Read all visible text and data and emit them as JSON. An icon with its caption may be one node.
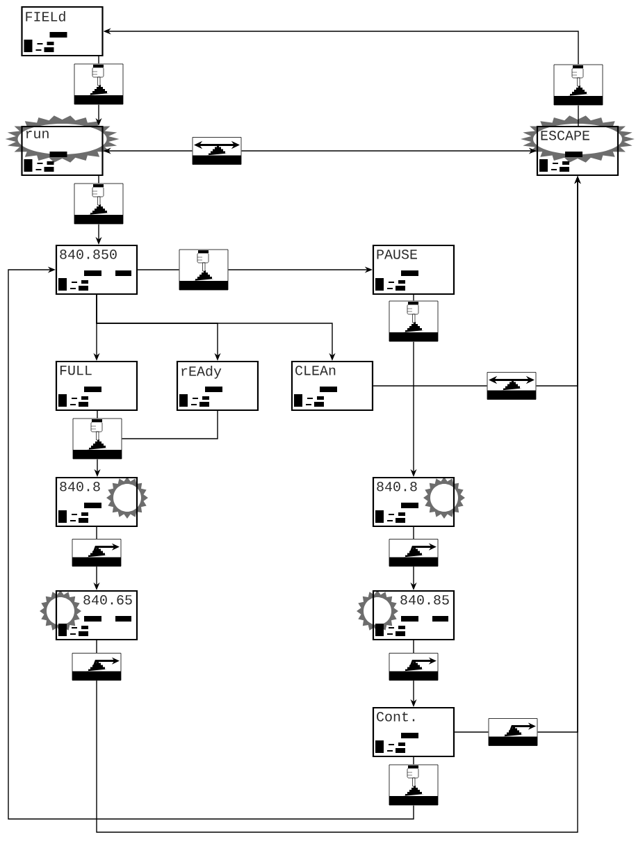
{
  "diagram": {
    "nodes": [
      {
        "text": [
          "FIELd"
        ]
      },
      {
        "text": [],
        "shape": "button"
      },
      {
        "text": [
          "run"
        ]
      },
      {
        "text": [],
        "shape": "button"
      },
      {
        "text": [
          "ESCAPE"
        ]
      },
      {
        "text": [],
        "shape": "button"
      },
      {
        "text": [],
        "shape": "button"
      },
      {
        "text": [
          "840.850"
        ]
      },
      {
        "text": [],
        "shape": "button"
      },
      {
        "text": [
          "PAUSE"
        ]
      },
      {
        "text": [],
        "shape": "button"
      },
      {
        "text": [
          "FULL"
        ]
      },
      {
        "text": [
          "rEAdy"
        ]
      },
      {
        "text": [
          "CLEAn"
        ]
      },
      {
        "text": [],
        "shape": "button"
      },
      {
        "text": [],
        "shape": "button"
      },
      {
        "text": [
          "840.8"
        ]
      },
      {
        "text": [],
        "shape": "button"
      },
      {
        "text": [
          "840.65"
        ]
      },
      {
        "text": [],
        "shape": "button"
      },
      {
        "text": [
          "840.8"
        ]
      },
      {
        "text": [],
        "shape": "button"
      },
      {
        "text": [
          "840.85"
        ]
      },
      {
        "text": [],
        "shape": "button"
      },
      {
        "text": [
          "Cont."
        ]
      },
      {
        "text": [],
        "shape": "button"
      },
      {
        "text": [],
        "shape": "button"
      }
    ],
    "edges": [
      {
        "from": 0,
        "to": 1,
        "arrow": "none"
      },
      {
        "from": 1,
        "to": 2,
        "arrow": "to"
      },
      {
        "from": 4,
        "to": 5,
        "arrow": "none"
      },
      {
        "from": 5,
        "to": 0,
        "arrow": "to"
      },
      {
        "from": 3,
        "to": 2,
        "arrow": "to"
      },
      {
        "from": 3,
        "to": 4,
        "arrow": "to"
      },
      {
        "from": 2,
        "to": 6,
        "arrow": "none"
      },
      {
        "from": 6,
        "to": 7,
        "arrow": "to"
      },
      {
        "from": 7,
        "to": 8,
        "arrow": "none"
      },
      {
        "from": 8,
        "to": 9,
        "arrow": "to"
      },
      {
        "from": 7,
        "to": 11,
        "arrow": "to"
      },
      {
        "from": 7,
        "to": 12,
        "arrow": "to"
      },
      {
        "from": 7,
        "to": 13,
        "arrow": "to"
      },
      {
        "from": 9,
        "to": 10,
        "arrow": "none"
      },
      {
        "from": 10,
        "to": 20,
        "arrow": "to"
      },
      {
        "from": 13,
        "to": 14,
        "arrow": "none"
      },
      {
        "from": 14,
        "to": 4,
        "arrow": "to"
      },
      {
        "from": 11,
        "to": 15,
        "arrow": "none"
      },
      {
        "from": 12,
        "to": 15,
        "arrow": "none"
      },
      {
        "from": 15,
        "to": 16,
        "arrow": "to"
      },
      {
        "from": 16,
        "to": 17,
        "arrow": "none"
      },
      {
        "from": 17,
        "to": 18,
        "arrow": "to"
      },
      {
        "from": 18,
        "to": 19,
        "arrow": "none"
      },
      {
        "from": 19,
        "to": 4,
        "arrow": "to"
      },
      {
        "from": 20,
        "to": 21,
        "arrow": "none"
      },
      {
        "from": 21,
        "to": 22,
        "arrow": "to"
      },
      {
        "from": 22,
        "to": 23,
        "arrow": "none"
      },
      {
        "from": 23,
        "to": 24,
        "arrow": "to"
      },
      {
        "from": 24,
        "to": 25,
        "arrow": "none"
      },
      {
        "from": 25,
        "to": 4,
        "arrow": "to"
      },
      {
        "from": 24,
        "to": 26,
        "arrow": "none"
      },
      {
        "from": 26,
        "to": 7,
        "arrow": "to"
      }
    ]
  }
}
